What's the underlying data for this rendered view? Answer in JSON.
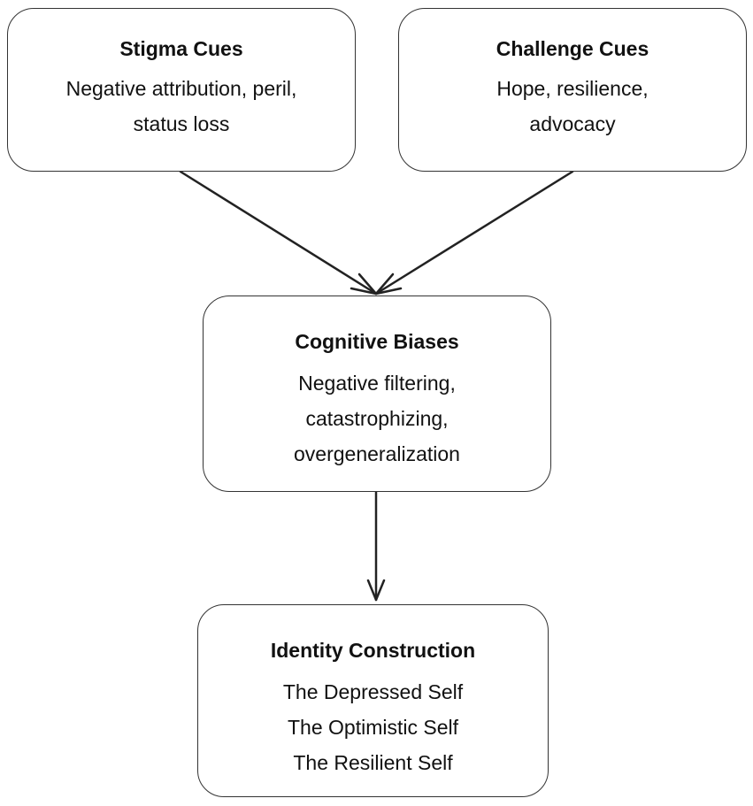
{
  "nodes": {
    "stigma": {
      "title": "Stigma Cues",
      "lines": [
        "Negative attribution, peril,",
        "status loss"
      ]
    },
    "challenge": {
      "title": "Challenge Cues",
      "lines": [
        "Hope, resilience,",
        "advocacy"
      ]
    },
    "cognitive": {
      "title": "Cognitive Biases",
      "lines": [
        "Negative filtering,",
        "catastrophizing,",
        "overgeneralization"
      ]
    },
    "identity": {
      "title": "Identity Construction",
      "lines": [
        "The Depressed Self",
        "The Optimistic Self",
        "The Resilient Self"
      ]
    }
  },
  "edges": [
    {
      "from": "stigma",
      "to": "cognitive"
    },
    {
      "from": "challenge",
      "to": "cognitive"
    },
    {
      "from": "cognitive",
      "to": "identity"
    }
  ],
  "colors": {
    "stroke": "#333333",
    "text": "#111111",
    "background": "#ffffff"
  }
}
